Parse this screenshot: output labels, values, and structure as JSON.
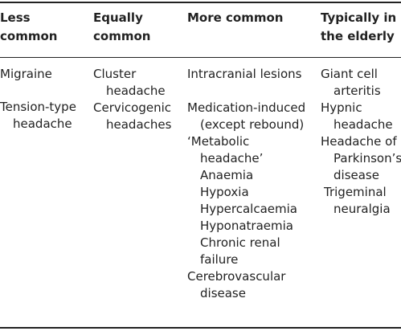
{
  "headers": [
    "Less common",
    "Equally common",
    "More common",
    "Typically in the elderly"
  ],
  "header_lines": [
    [
      "Less",
      "common"
    ],
    [
      "Equally",
      "common"
    ],
    [
      "More common"
    ],
    [
      "Typically in",
      "the elderly"
    ]
  ],
  "col1": [
    {
      "lines": [
        "Migraine"
      ]
    },
    {
      "lines": [
        "Tension-type",
        "headache"
      ]
    }
  ],
  "col2": [
    {
      "lines": [
        "Cluster",
        "headache"
      ]
    },
    {
      "lines": [
        "Cervicogenic",
        "headaches"
      ]
    }
  ],
  "col3": [
    {
      "lines": [
        "Intracranial lesions"
      ]
    },
    {
      "lines": [
        "Medication-induced",
        "(except rebound)"
      ]
    },
    {
      "lines": [
        "‘Metabolic",
        "headache’"
      ]
    },
    {
      "lines": [
        "Anaemia"
      ]
    },
    {
      "lines": [
        "Hypoxia"
      ]
    },
    {
      "lines": [
        "Hypercalcaemia"
      ]
    },
    {
      "lines": [
        "Hyponatraemia"
      ]
    },
    {
      "lines": [
        "Chronic renal",
        "failure"
      ]
    },
    {
      "lines": [
        "Cerebrovascular",
        "disease"
      ]
    }
  ],
  "col4": [
    {
      "lines": [
        "Giant cell",
        "arteritis"
      ]
    },
    {
      "lines": [
        "Hypnic",
        "headache"
      ]
    },
    {
      "lines": [
        "Headache of",
        "Parkinson’s",
        "disease"
      ]
    },
    {
      "lines": [
        "Trigeminal",
        "neuralgia"
      ]
    }
  ]
}
